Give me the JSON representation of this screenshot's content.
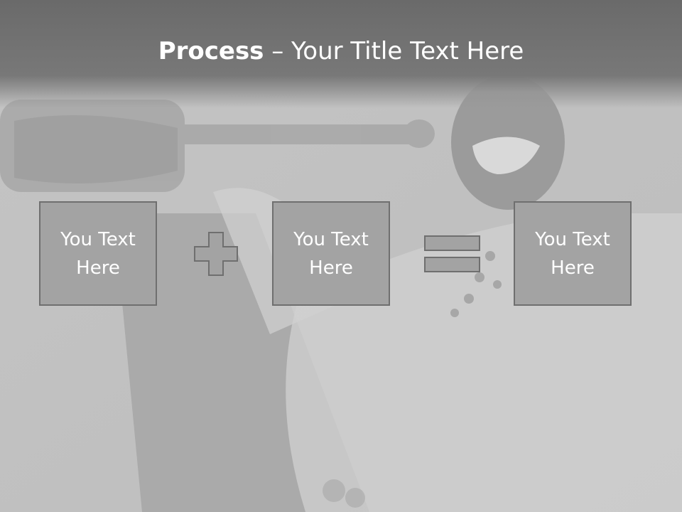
{
  "slide": {
    "title_bold": "Process",
    "title_rest": " – Your Title Text Here"
  },
  "boxes": [
    {
      "text": "You Text Here"
    },
    {
      "text": "You Text Here"
    },
    {
      "text": "You Text Here"
    }
  ],
  "operators": [
    {
      "icon": "plus-icon"
    },
    {
      "icon": "equals-icon"
    }
  ],
  "colors": {
    "box_fill": "#a3a3a3",
    "box_border": "#6f6f6f",
    "title_band": "#6e6e6e",
    "text": "#ffffff"
  }
}
